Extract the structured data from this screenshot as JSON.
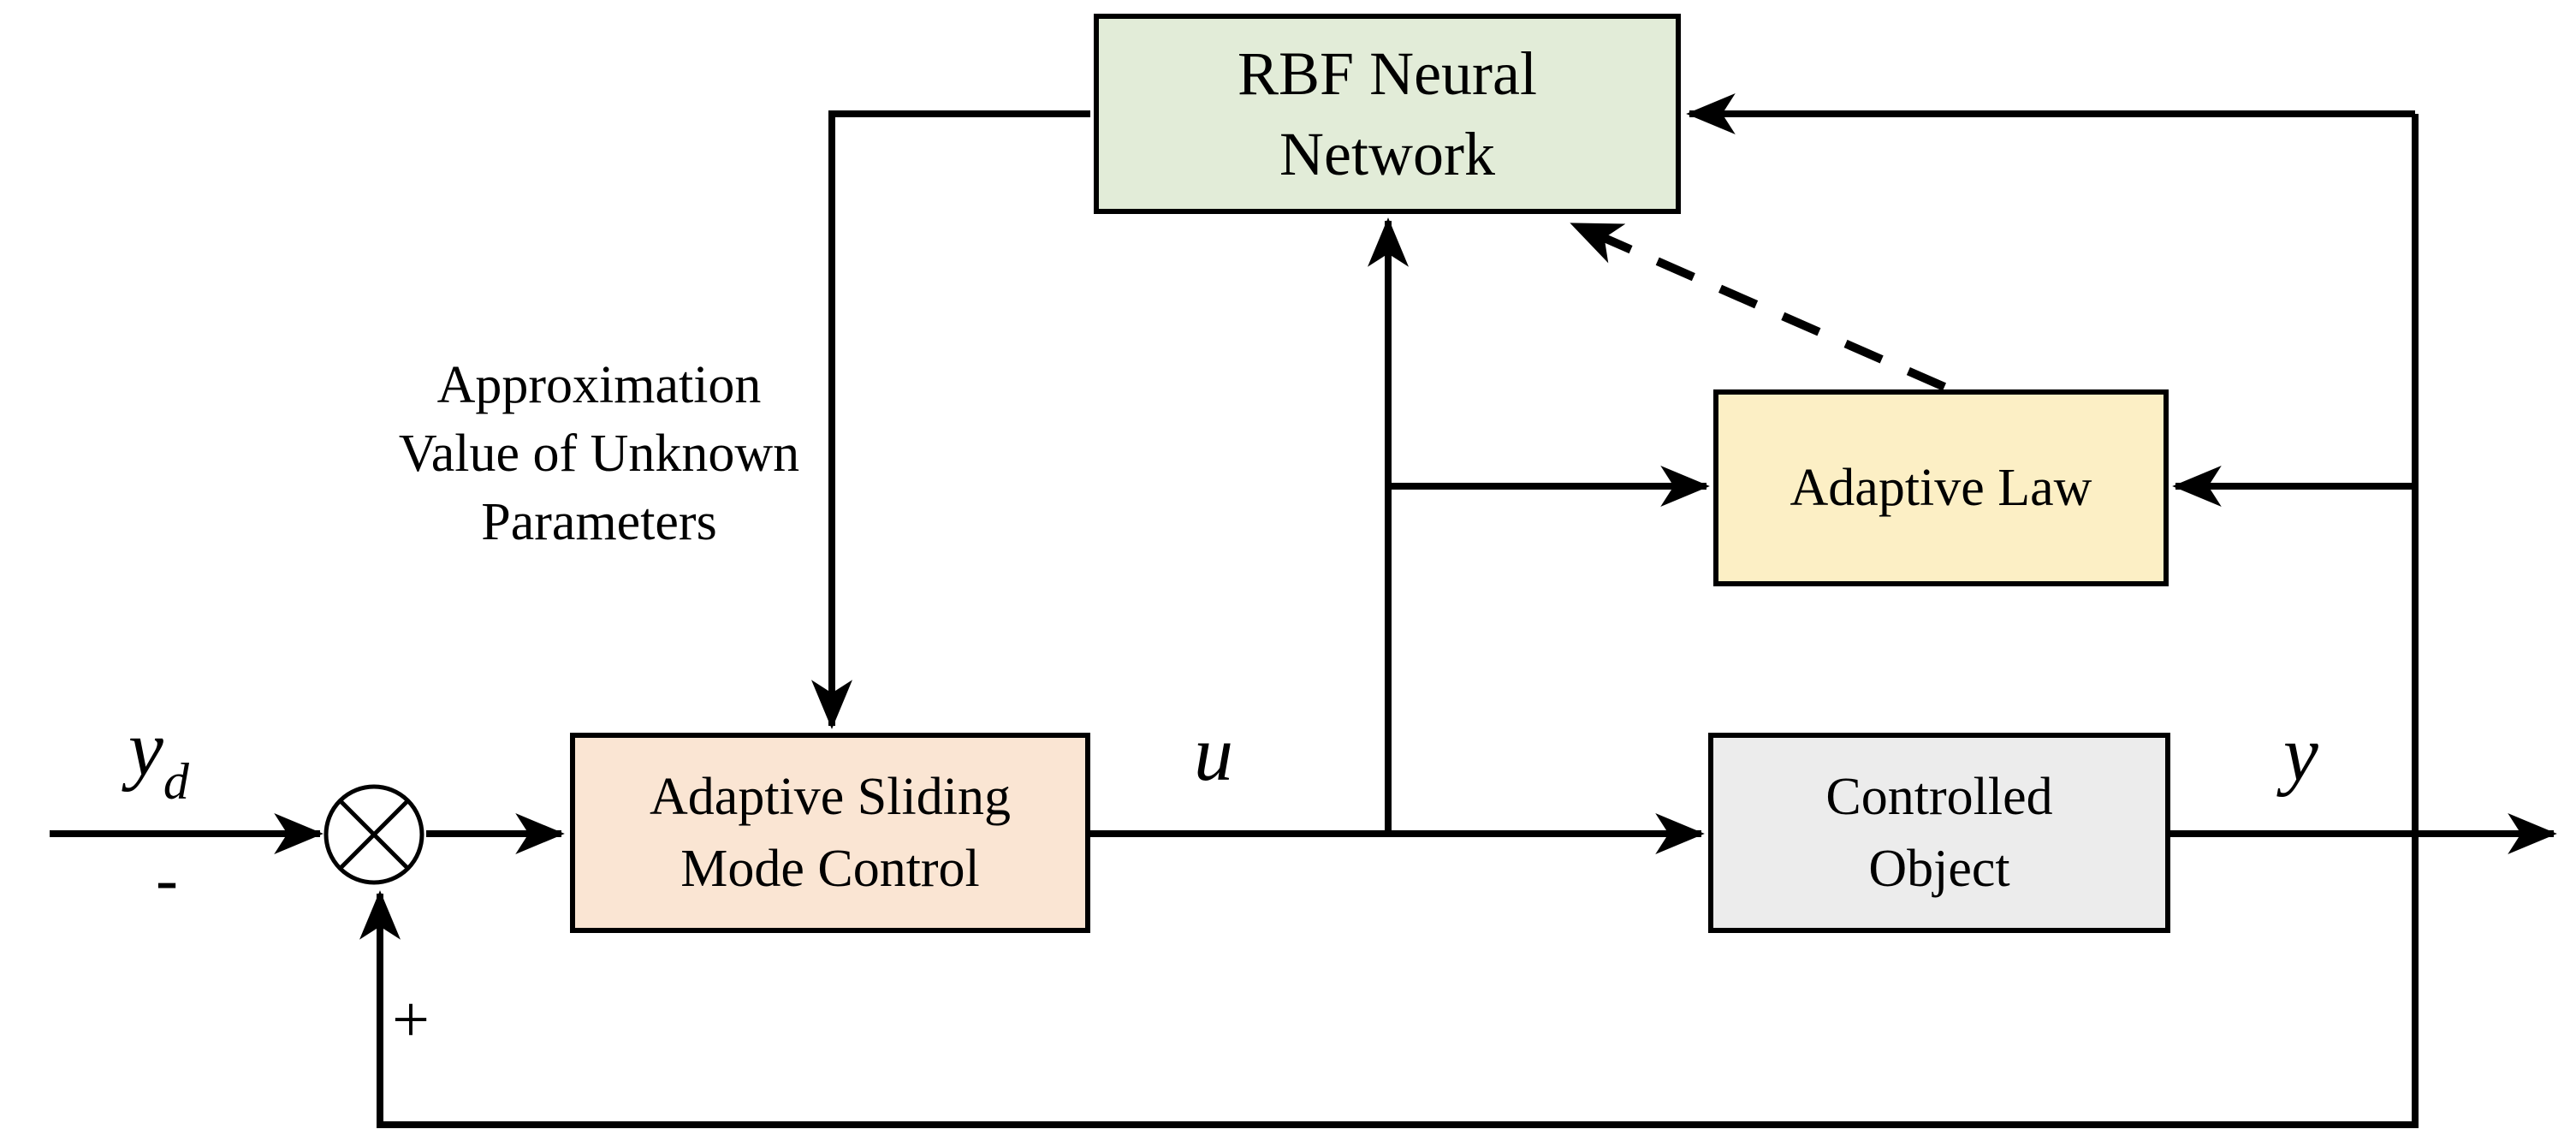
{
  "diagram": {
    "title": "RBF neural network adaptive sliding mode control block diagram",
    "colors": {
      "rbf_fill": "#E2ECD8",
      "adaptive_law_fill": "#FCEFC5",
      "asmc_fill": "#FAE5D3",
      "controlled_object_fill": "#ECECEC",
      "line_color": "#000000",
      "background": "#FFFFFF"
    },
    "boxes": {
      "rbf": {
        "line1": "RBF Neural",
        "line2": "Network"
      },
      "adaptive_law": {
        "line1": "Adaptive Law"
      },
      "asmc": {
        "line1": "Adaptive Sliding",
        "line2": "Mode Control"
      },
      "controlled_object": {
        "line1": "Controlled",
        "line2": "Object"
      }
    },
    "annotation": {
      "line1": "Approximation",
      "line2": "Value of Unknown",
      "line3": "Parameters"
    },
    "signals": {
      "input_base": "y",
      "input_sub": "d",
      "control": "u",
      "output": "y",
      "plus": "+",
      "minus": "-"
    }
  }
}
